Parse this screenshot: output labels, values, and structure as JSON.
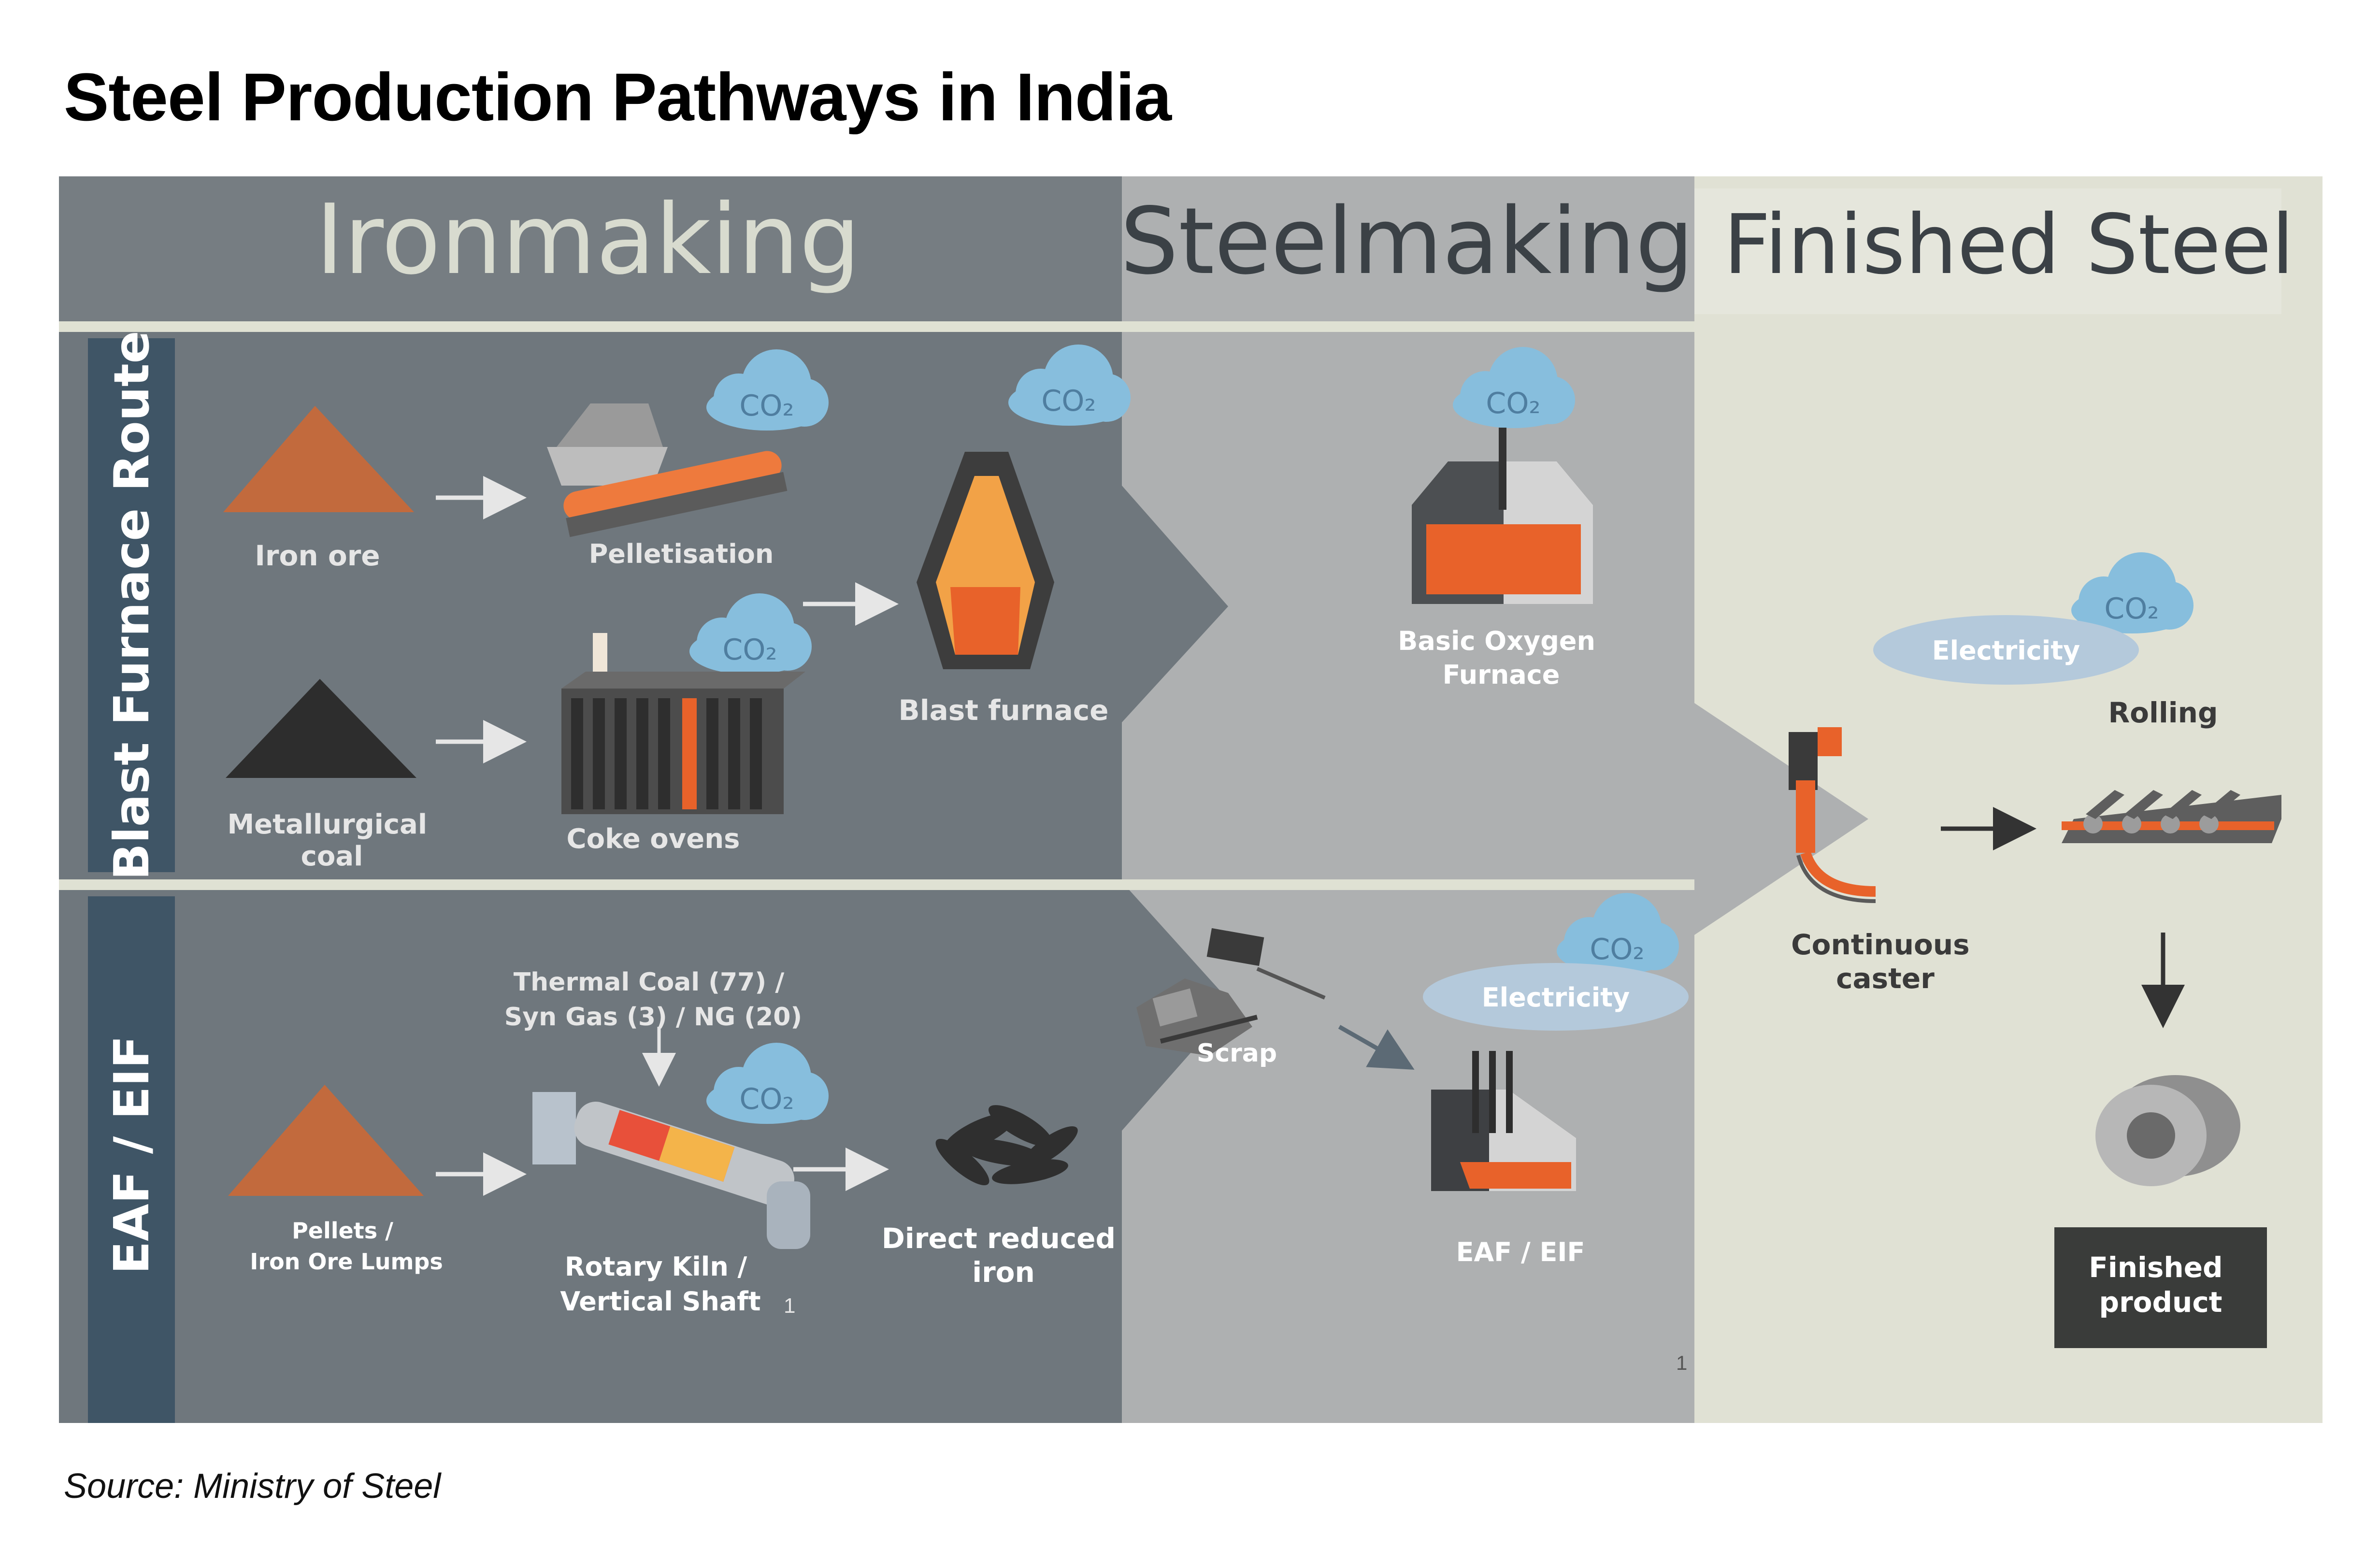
{
  "title": "Steel Production Pathways in India",
  "source": "Source: Ministry of Steel",
  "colors": {
    "ironmaking_bg": "#6f777d",
    "ironmaking_header": "#767d82",
    "steelmaking_bg": "#aeb0b1",
    "finished_bg": "#e0e1d4",
    "route_label_bg": "#3f5566",
    "divider": "#dfe1d3",
    "cloud": "#87bedd",
    "electricity_ellipse": "#b4c9db",
    "ore": "#c26a3d",
    "coal": "#2d2d2d",
    "molten": "#e8622a"
  },
  "diagram": {
    "stages": {
      "ironmaking": "Ironmaking",
      "steelmaking": "Steelmaking",
      "finished_steel": "Finished Steel"
    },
    "routes": {
      "blast_furnace": "Blast Furnace Route",
      "eaf_eif": "EAF / EIF"
    },
    "co2_label": "CO₂",
    "blast_furnace_route": {
      "iron_ore": "Iron ore",
      "pelletisation": "Pelletisation",
      "metallurgical_coal": [
        "Metallurgical",
        "coal"
      ],
      "coke_ovens": "Coke ovens",
      "blast_furnace": "Blast furnace",
      "basic_oxygen_furnace": [
        "Basic Oxygen",
        "Furnace"
      ]
    },
    "eaf_route": {
      "fuel_note": [
        "Thermal Coal (77)  /",
        "Syn Gas (3) / NG (20)"
      ],
      "pellets": [
        "Pellets /",
        "Iron Ore Lumps"
      ],
      "rotary_kiln": [
        "Rotary Kiln /",
        "Vertical Shaft"
      ],
      "direct_reduced_iron": [
        "Direct reduced",
        "iron"
      ],
      "scrap": "Scrap",
      "electricity": "Electricity",
      "eaf_eif": "EAF / EIF",
      "stray_mark_1": "1",
      "stray_mark_2": "1"
    },
    "finishing": {
      "electricity": "Electricity",
      "rolling": "Rolling",
      "continuous_caster": [
        "Continuous",
        "caster"
      ],
      "finished_product": [
        "Finished",
        "product"
      ]
    }
  }
}
